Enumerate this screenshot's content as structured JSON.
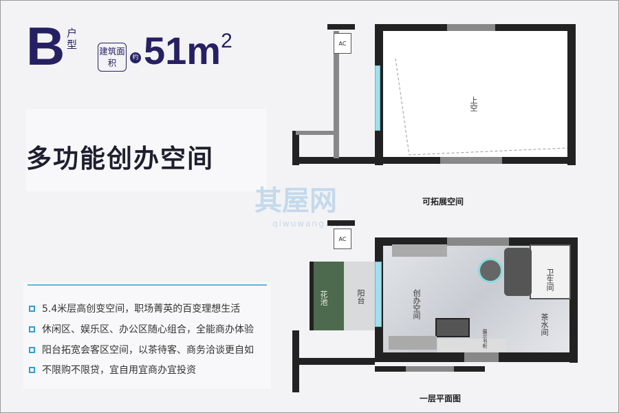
{
  "header": {
    "unit_letter": "B",
    "unit_suffix": "户型",
    "area_label": "建筑面积",
    "approx": "约",
    "area_value": "51m",
    "area_unit_sup": "2"
  },
  "slogan": "多功能创办空间",
  "features": [
    "5.4米层高创变空间，职场菁英的百变理想生活",
    "休闲区、娱乐区、办公区随心组合，全能商办体验",
    "阳台拓宽会客区空间，以茶待客、商务洽谈更自如",
    "不限购不限贷，宜自用宜商办宜投资"
  ],
  "plans": {
    "upper": {
      "caption": "可拓展空间",
      "rooms": [
        "上空"
      ],
      "ac": "AC"
    },
    "lower": {
      "caption": "一层平面图",
      "rooms": [
        "花池",
        "阳台",
        "创办空间",
        "卫生间",
        "茶水间",
        "展示书柜"
      ],
      "ac": "AC"
    }
  },
  "watermark": {
    "name": "其屋网",
    "url": "qiwuwang.com"
  },
  "colors": {
    "brand": "#262063",
    "accent": "#2a9fd0"
  }
}
